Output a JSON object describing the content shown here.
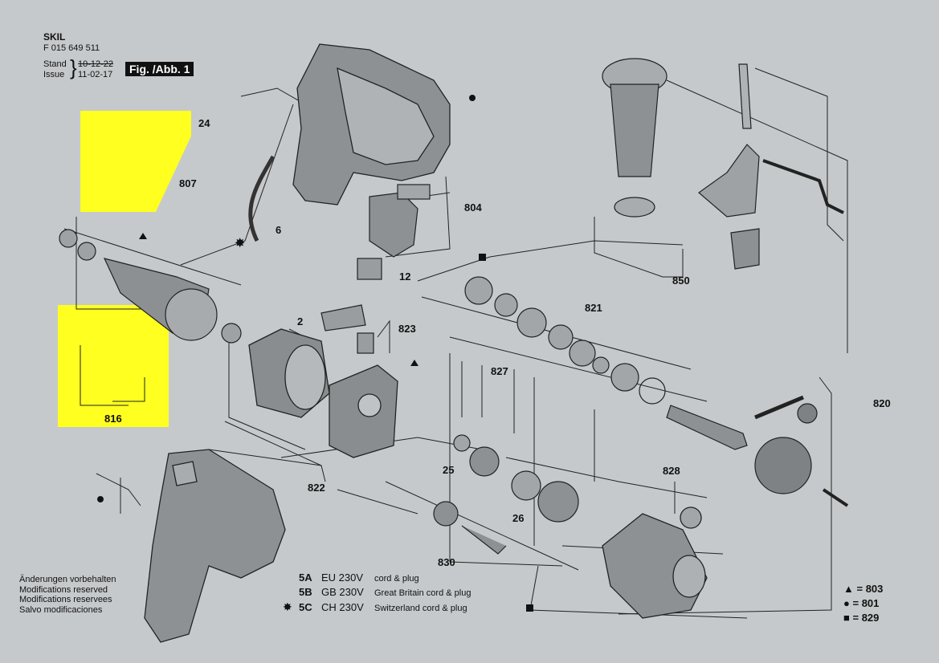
{
  "header": {
    "brand": "SKIL",
    "code": "F 015 649 511",
    "stand_label": "Stand",
    "issue_label": "Issue",
    "stand_date": "10-12-22",
    "issue_date": "11-02-17",
    "figure": "Fig. /Abb. 1"
  },
  "parts": {
    "p24": "24",
    "p807": "807",
    "p6": "6",
    "p804": "804",
    "p12": "12",
    "p850": "850",
    "p821": "821",
    "p823": "823",
    "p2": "2",
    "p827": "827",
    "p820": "820",
    "p25": "25",
    "p822": "822",
    "p828": "828",
    "p26": "26",
    "p830": "830",
    "p816": "816"
  },
  "disclaimer": [
    "Änderungen vorbehalten",
    "Modifications reserved",
    "Modifications reservees",
    "Salvo modificaciones"
  ],
  "variants": [
    {
      "symbol": "",
      "code": "5A",
      "voltage": "EU 230V",
      "desc": "cord & plug"
    },
    {
      "symbol": "",
      "code": "5B",
      "voltage": "GB 230V",
      "desc": "Great Britain cord & plug"
    },
    {
      "symbol": "✸",
      "code": "5C",
      "voltage": "CH 230V",
      "desc": "Switzerland cord & plug"
    }
  ],
  "legend": [
    {
      "symbol": "▲",
      "text": "= 803"
    },
    {
      "symbol": "●",
      "text": "= 801"
    },
    {
      "symbol": "■",
      "text": "= 829"
    }
  ],
  "colors": {
    "background": "#c6c9cb",
    "highlight": "#ffff20",
    "ink": "#111111"
  }
}
